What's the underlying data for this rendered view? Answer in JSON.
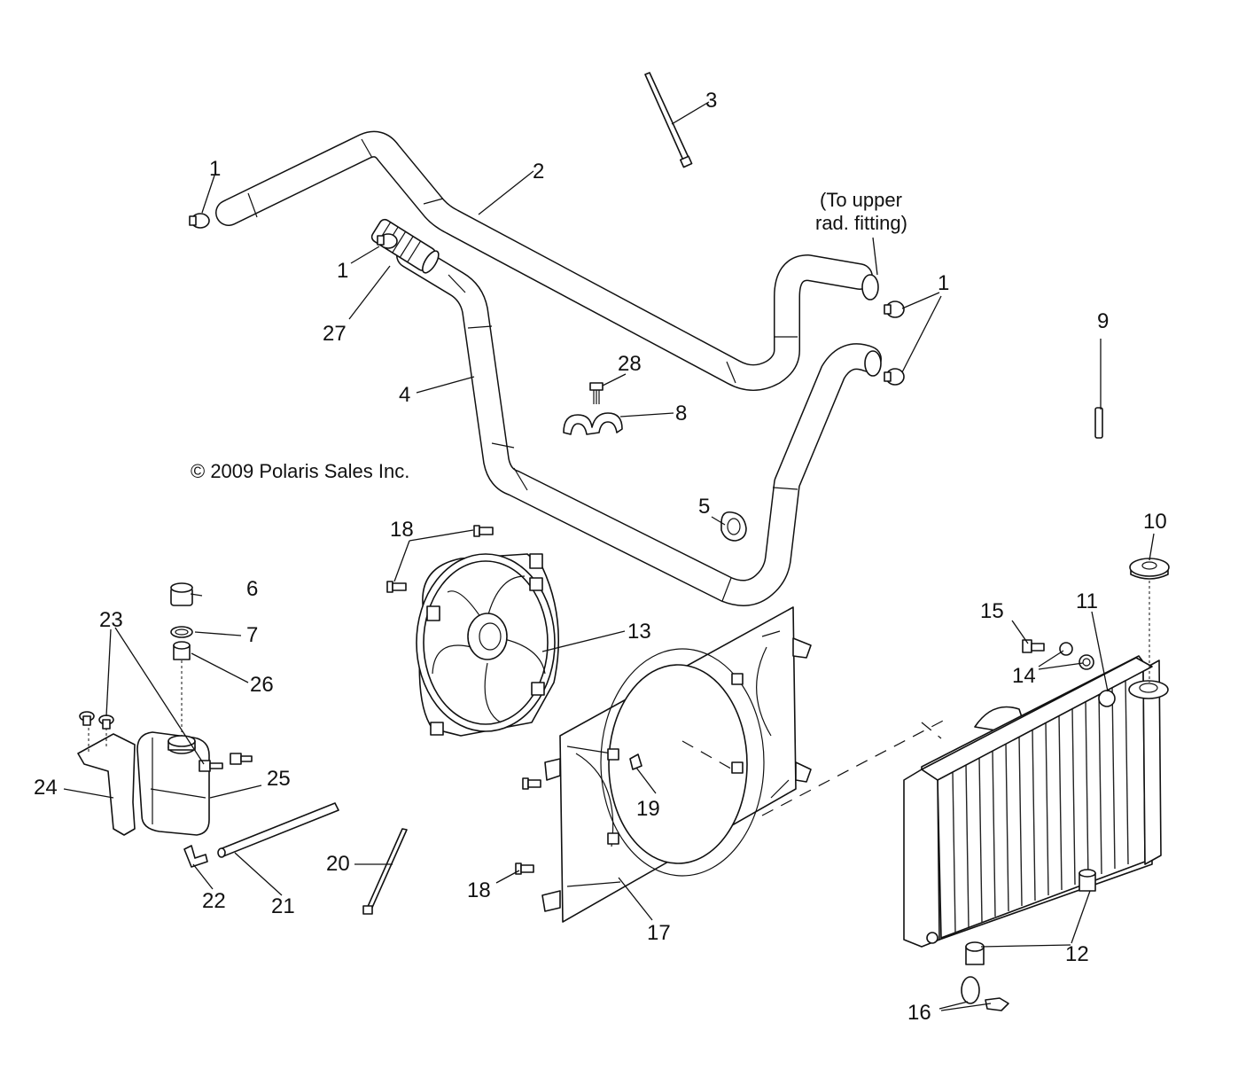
{
  "diagram": {
    "copyright": "© 2009 Polaris Sales Inc.",
    "note_line1": "(To upper",
    "note_line2": "rad. fitting)",
    "callouts": [
      {
        "id": "c1a",
        "label": "1"
      },
      {
        "id": "c1b",
        "label": "1"
      },
      {
        "id": "c1c",
        "label": "1"
      },
      {
        "id": "c2",
        "label": "2"
      },
      {
        "id": "c3",
        "label": "3"
      },
      {
        "id": "c4",
        "label": "4"
      },
      {
        "id": "c5",
        "label": "5"
      },
      {
        "id": "c6",
        "label": "6"
      },
      {
        "id": "c7",
        "label": "7"
      },
      {
        "id": "c8",
        "label": "8"
      },
      {
        "id": "c9",
        "label": "9"
      },
      {
        "id": "c10",
        "label": "10"
      },
      {
        "id": "c11",
        "label": "11"
      },
      {
        "id": "c12",
        "label": "12"
      },
      {
        "id": "c13",
        "label": "13"
      },
      {
        "id": "c14",
        "label": "14"
      },
      {
        "id": "c15",
        "label": "15"
      },
      {
        "id": "c16",
        "label": "16"
      },
      {
        "id": "c17",
        "label": "17"
      },
      {
        "id": "c18a",
        "label": "18"
      },
      {
        "id": "c18b",
        "label": "18"
      },
      {
        "id": "c19",
        "label": "19"
      },
      {
        "id": "c20",
        "label": "20"
      },
      {
        "id": "c21",
        "label": "21"
      },
      {
        "id": "c22",
        "label": "22"
      },
      {
        "id": "c23",
        "label": "23"
      },
      {
        "id": "c24",
        "label": "24"
      },
      {
        "id": "c25",
        "label": "25"
      },
      {
        "id": "c26",
        "label": "26"
      },
      {
        "id": "c27",
        "label": "27"
      },
      {
        "id": "c28",
        "label": "28"
      }
    ]
  }
}
